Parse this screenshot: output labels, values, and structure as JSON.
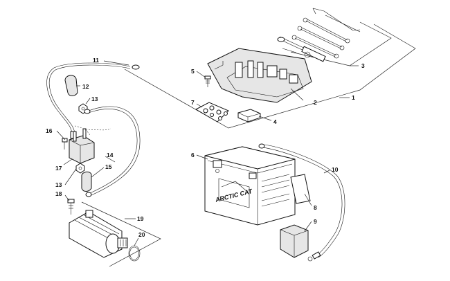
{
  "diagram": {
    "callouts": [
      "1",
      "2",
      "3",
      "4",
      "5",
      "6",
      "7",
      "8",
      "9",
      "10",
      "11",
      "12",
      "13",
      "13",
      "14",
      "15",
      "16",
      "17",
      "18",
      "19",
      "20"
    ]
  },
  "battery": {
    "logo_text": "ARCTIC CAT"
  }
}
